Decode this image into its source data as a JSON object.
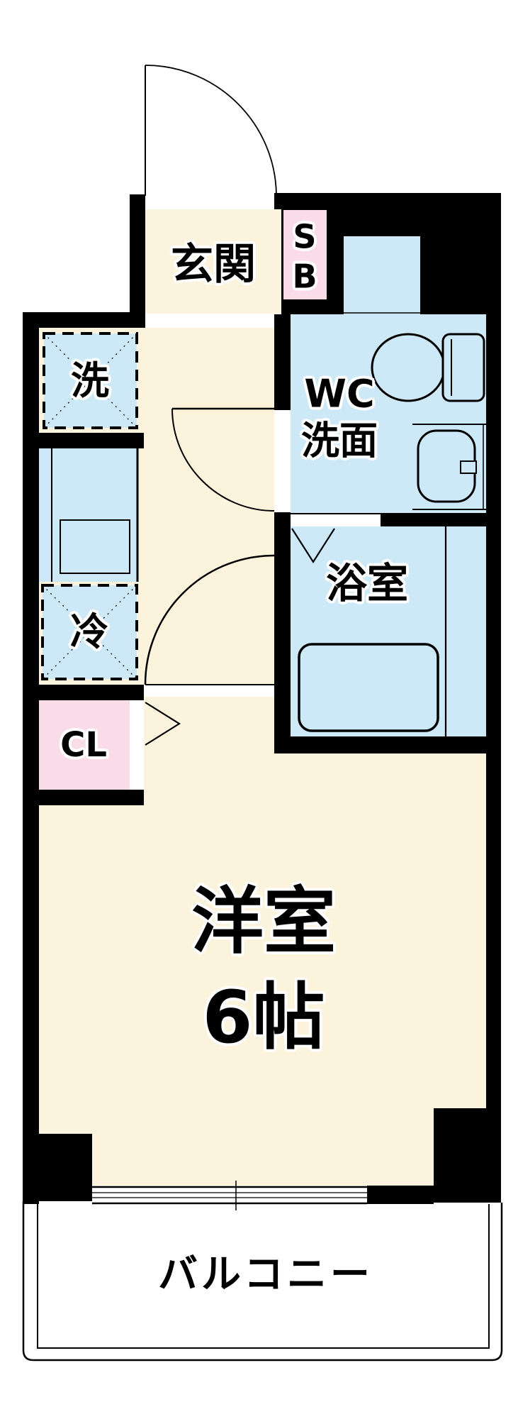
{
  "title": "1K apartment floor plan",
  "colors": {
    "wall": "#000000",
    "floor_cream": "#fcf3dc",
    "water_blue": "#cde9f7",
    "storage_pink": "#fadce8",
    "outside_white": "#ffffff",
    "line": "#000000"
  },
  "rooms": {
    "genkan": {
      "label": "玄関"
    },
    "shoe_box": {
      "line1": "S",
      "line2": "B"
    },
    "wc_senmen": {
      "line1": "WC",
      "line2": "洗面"
    },
    "bathroom": {
      "label": "浴室"
    },
    "washer_space": {
      "label": "洗"
    },
    "fridge_space": {
      "label": "冷"
    },
    "closet": {
      "label": "CL"
    },
    "western_room": {
      "line1": "洋室",
      "line2": "6帖"
    },
    "balcony": {
      "label": "バルコニー"
    }
  },
  "fixtures": [
    "entry-door-swing",
    "wc-door-swing",
    "room-door-swing",
    "closet-folding-door",
    "bath-folding-door",
    "toilet",
    "wash-basin",
    "bathtub",
    "kitchen-counter-sink",
    "washer-space-dashed-box",
    "fridge-space-dashed-box",
    "sliding-window",
    "balcony-railing"
  ]
}
